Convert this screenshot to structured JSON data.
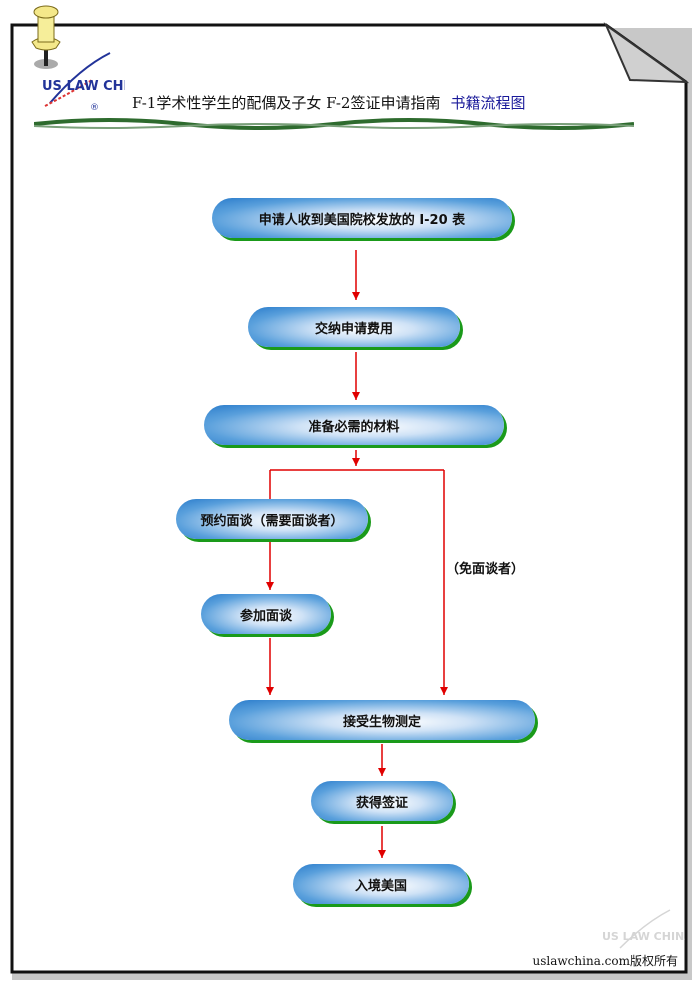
{
  "header": {
    "logo_text": "US LAW CHINA",
    "title": "F-1学术性学生的配偶及子女 F-2签证申请指南",
    "title_highlight": "书籍流程图"
  },
  "colors": {
    "arrow": "#e00000",
    "node_edge": "#2a7ccb",
    "node_shadow": "#1a9a1a",
    "highlight_text": "#1a1a9a"
  },
  "flow": {
    "nodes": [
      {
        "id": "receive-i20",
        "label": "申请人收到美国院校发放的 I-20 表"
      },
      {
        "id": "pay-fee",
        "label": "交纳申请费用"
      },
      {
        "id": "prepare-materials",
        "label": "准备必需的材料"
      },
      {
        "id": "schedule-interview",
        "label": "预约面谈（需要面谈者）"
      },
      {
        "id": "attend-interview",
        "label": "参加面谈"
      },
      {
        "id": "biometrics",
        "label": "接受生物测定"
      },
      {
        "id": "get-visa",
        "label": "获得签证"
      },
      {
        "id": "enter-us",
        "label": "入境美国"
      }
    ],
    "branch_label": "（免面谈者）",
    "edges": [
      {
        "from": "receive-i20",
        "to": "pay-fee"
      },
      {
        "from": "pay-fee",
        "to": "prepare-materials"
      },
      {
        "from": "prepare-materials",
        "to": "schedule-interview"
      },
      {
        "from": "prepare-materials",
        "to": "biometrics",
        "label": "（免面谈者）"
      },
      {
        "from": "schedule-interview",
        "to": "attend-interview"
      },
      {
        "from": "attend-interview",
        "to": "biometrics"
      },
      {
        "from": "biometrics",
        "to": "get-visa"
      },
      {
        "from": "get-visa",
        "to": "enter-us"
      }
    ]
  },
  "footer": {
    "copyright": "uslawchina.com版权所有",
    "watermark": "US LAW CHINA"
  }
}
